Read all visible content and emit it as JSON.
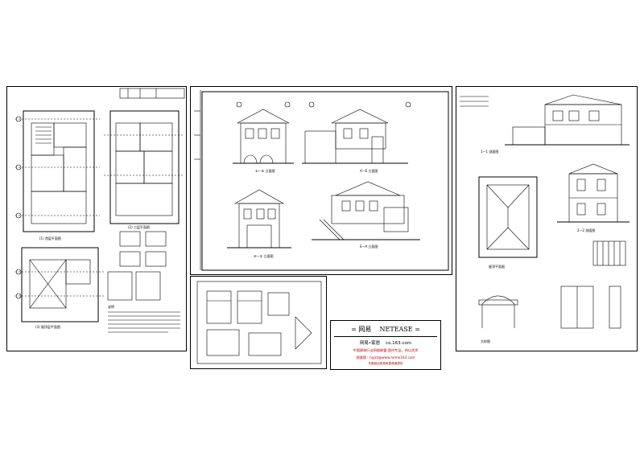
{
  "sheets": {
    "left": {
      "plan_top_left_title": "(1) 首层平面图",
      "plan_top_right_title": "(2) 二层平面图",
      "plan_bottom_title": "(3) 屋顶层平面图",
      "notes_title": "说明"
    },
    "middle_top": {
      "elev_1_title": "①—⑥ 立面图",
      "elev_2_title": "A—E 立面图",
      "elev_3_title": "⑥—① 立面图",
      "elev_4_title": "E—A 立面图"
    },
    "right": {
      "section_1_title": "1—1 剖面图",
      "section_2_title": "2—2 剖面图",
      "roof_plan_title": "屋顶平面图",
      "detail_title": "大样图"
    }
  },
  "stamp": {
    "title_left": "= 网易",
    "title_right": "NETEASE =",
    "subtitle_left": "网易•家居",
    "subtitle_right": "co.163.com",
    "line_1": "中国建筑行业网络联盟  国内专业，所以优秀",
    "line_2": "随意版：hyjzz@www.home163.com",
    "line_3": "本图纸由网易家居频道提供"
  }
}
